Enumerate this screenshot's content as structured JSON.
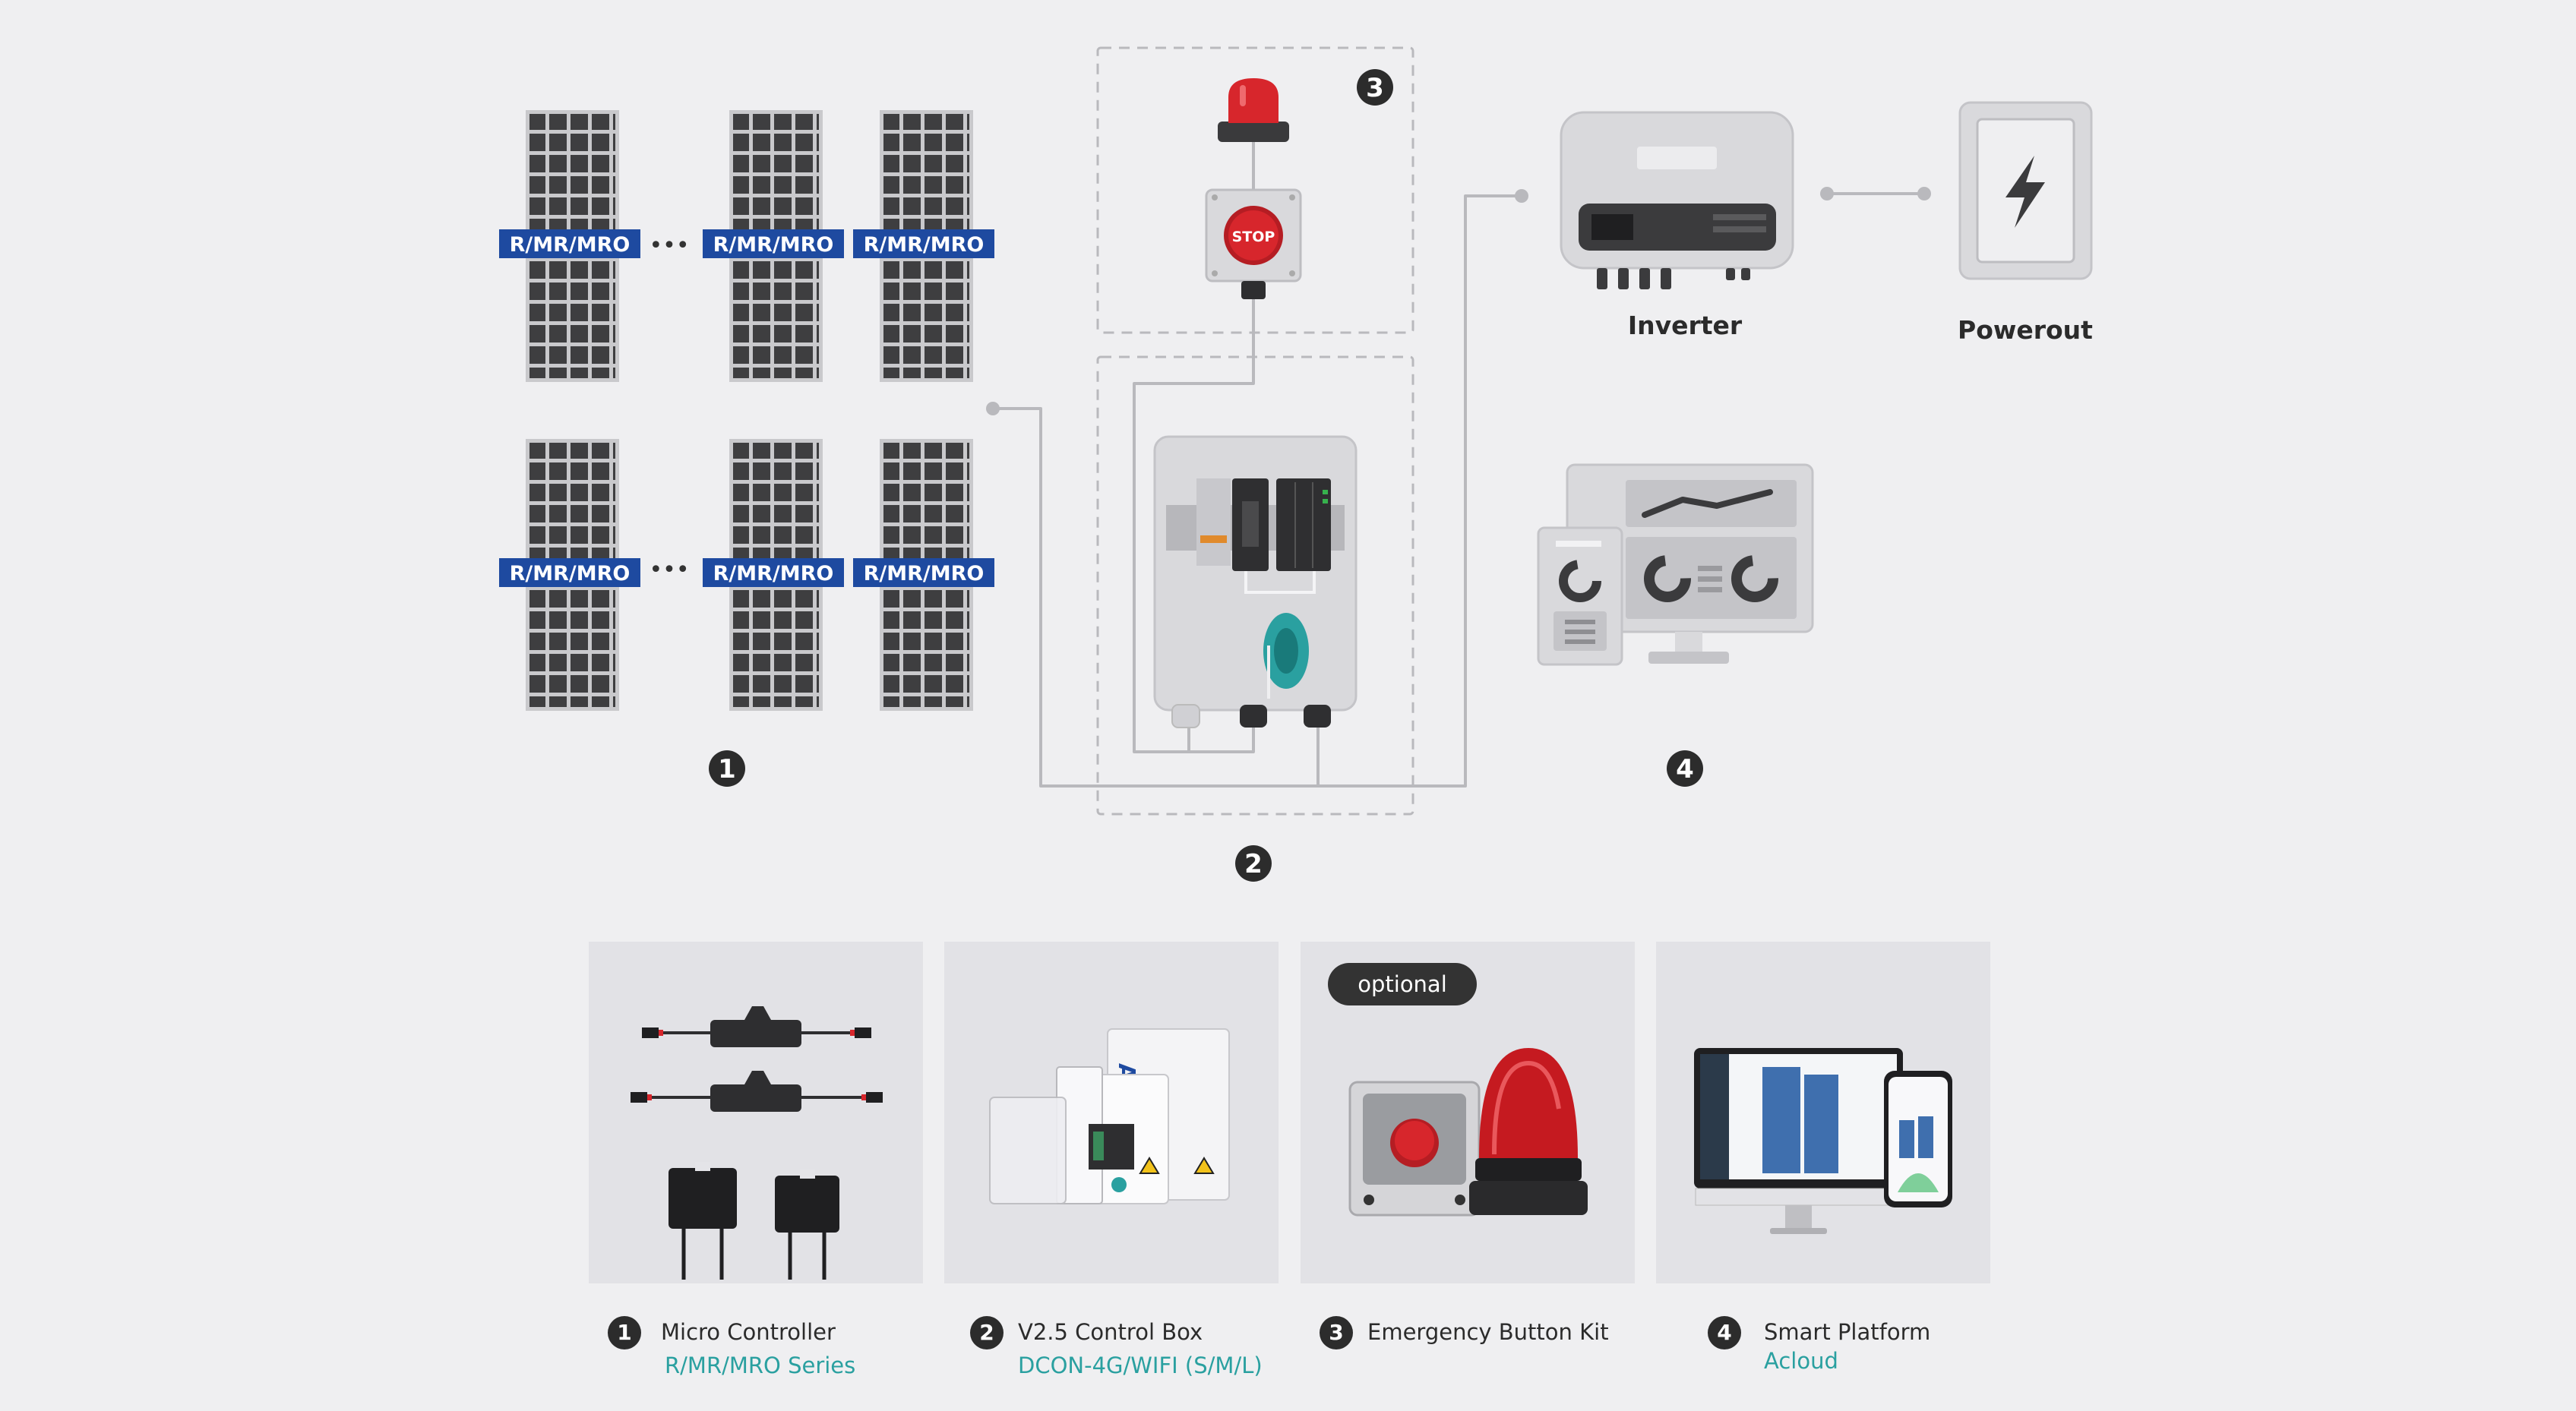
{
  "panel_label": "R/MR/MRO",
  "ellipsis": "•••",
  "stop_label": "STOP",
  "diagram": {
    "badges": [
      "1",
      "2",
      "3",
      "4"
    ],
    "inverter_label": "Inverter",
    "powerout_label": "Powerout"
  },
  "optional_tag": "optional",
  "products": [
    {
      "number": "1",
      "title": "Micro Controller",
      "subtitle": "R/MR/MRO Series"
    },
    {
      "number": "2",
      "title": "V2.5 Control Box",
      "subtitle": "DCON-4G/WIFI (S/M/L)"
    },
    {
      "number": "3",
      "title": "Emergency Button Kit",
      "subtitle": ""
    },
    {
      "number": "4",
      "title": "Smart Platform",
      "subtitle": "Acloud"
    }
  ],
  "colors": {
    "background": "#efeff1",
    "label_blue": "#1e4aa0",
    "accent_teal": "#2aa0a0",
    "badge_dark": "#2c2c2c",
    "alarm_red": "#d7262c"
  }
}
